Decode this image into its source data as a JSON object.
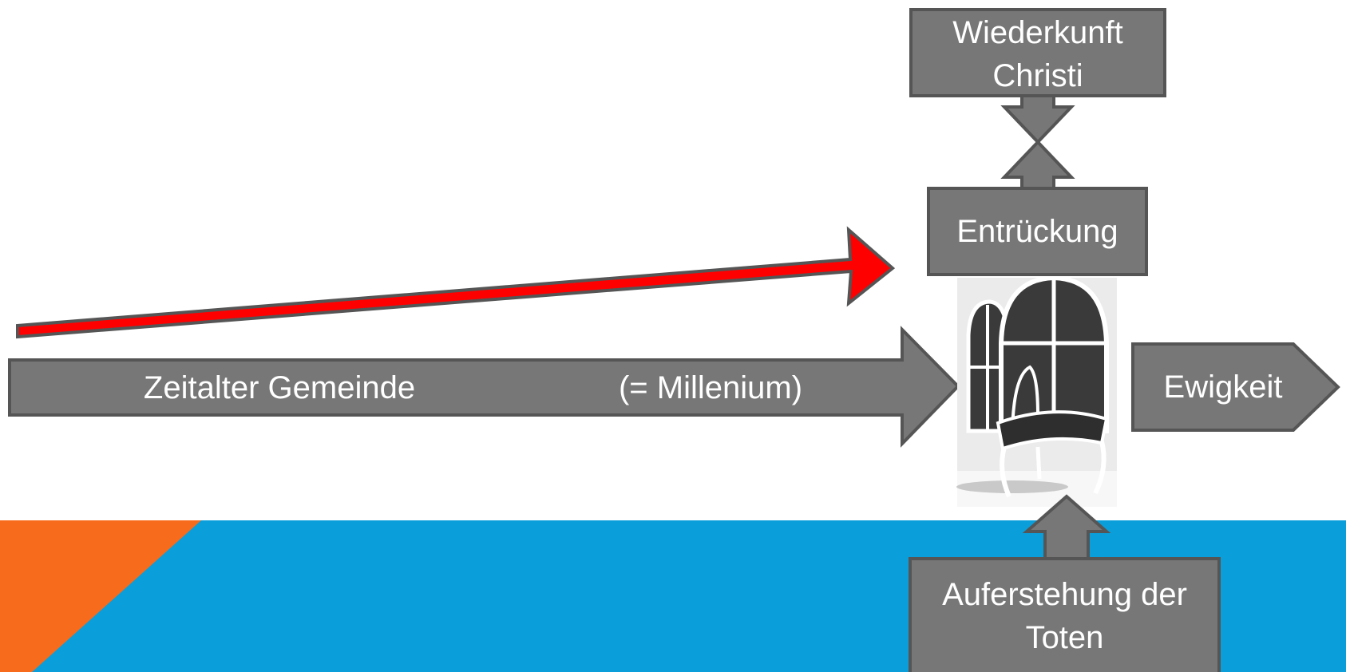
{
  "colors": {
    "background": "#ffffff",
    "band": "#0a9fda",
    "corner": "#f76b1c",
    "box_fill": "#777777",
    "box_stroke": "#555555",
    "pointer_arrow": "#ff0000",
    "text": "#ffffff"
  },
  "timeline": {
    "label_left": "Zeitalter Gemeinde",
    "label_right": "(= Millenium)"
  },
  "boxes": {
    "return_of_christ": "Wiederkunft\nChristi",
    "rapture": "Entrückung",
    "eternity": "Ewigkeit",
    "resurrection": "Auferstehung der\nToten"
  },
  "image": {
    "subject": "throne-chair"
  }
}
